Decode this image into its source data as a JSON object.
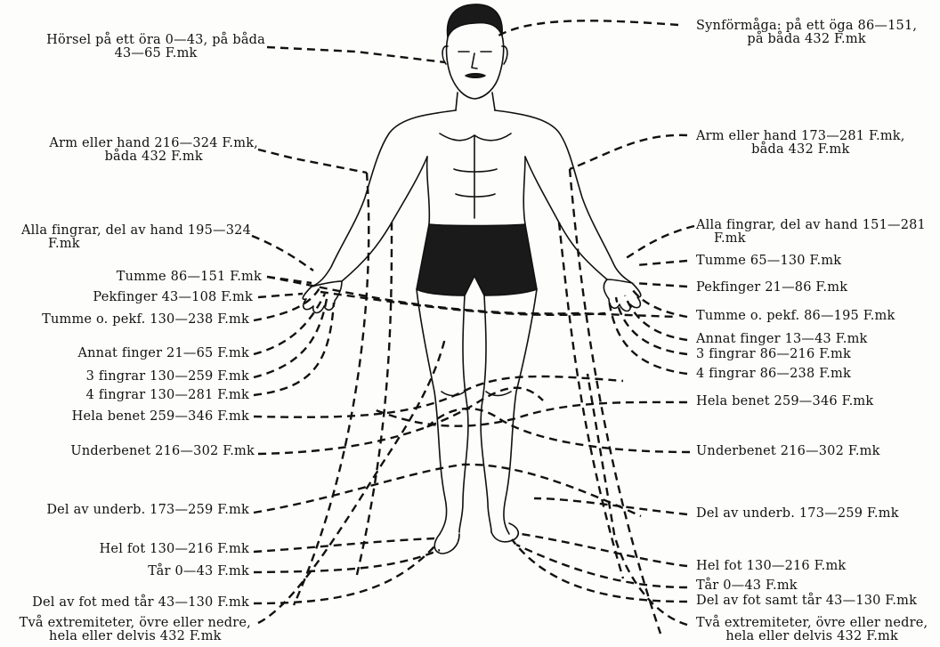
{
  "colors": {
    "ink": "#111111",
    "paper": "#fdfdfb",
    "trunks": "#1a1a1a"
  },
  "labels": {
    "left": {
      "horsel": [
        "Hörsel på ett öra 0—43, på båda",
        "43—65 F.mk"
      ],
      "arm": [
        "Arm eller hand 216—324 F.mk,",
        "båda 432 F.mk"
      ],
      "alla_fingrar": [
        "Alla fingrar, del av hand 195—324",
        "F.mk"
      ],
      "tumme": "Tumme 86—151 F.mk",
      "pekfinger": "Pekfinger 43—108 F.mk",
      "tumme_pekf": "Tumme o. pekf. 130—238 F.mk",
      "annat_finger": "Annat finger 21—65 F.mk",
      "tre_fingrar": "3 fingrar 130—259 F.mk",
      "fyra_fingrar": "4 fingrar 130—281 F.mk",
      "hela_benet": "Hela benet 259—346 F.mk",
      "underbenet": "Underbenet 216—302 F.mk",
      "del_underb": "Del av underb. 173—259 F.mk",
      "hel_fot": "Hel fot 130—216 F.mk",
      "tar": "Tår 0—43 F.mk",
      "del_fot": "Del av fot med tår 43—130 F.mk",
      "tva_extr": [
        "Två extremiteter, övre eller nedre,",
        "hela eller delvis 432 F.mk"
      ]
    },
    "right": {
      "synformaga": [
        "Synförmåga: på ett öga 86—151,",
        "på båda 432 F.mk"
      ],
      "arm": [
        "Arm eller hand 173—281 F.mk,",
        "båda 432 F.mk"
      ],
      "alla_fingrar": [
        "Alla fingrar, del av hand 151—281",
        "F.mk"
      ],
      "tumme": "Tumme 65—130 F.mk",
      "pekfinger": "Pekfinger 21—86 F.mk",
      "tumme_pekf": "Tumme o. pekf. 86—195 F.mk",
      "annat_finger": "Annat finger 13—43 F.mk",
      "tre_fingrar": "3 fingrar 86—216 F.mk",
      "fyra_fingrar": "4 fingrar 86—238 F.mk",
      "hela_benet": "Hela benet 259—346 F.mk",
      "underbenet": "Underbenet 216—302 F.mk",
      "del_underb": "Del av underb. 173—259 F.mk",
      "hel_fot": "Hel fot 130—216 F.mk",
      "tar": "Tår 0—43 F.mk",
      "del_fot": "Del av fot samt tår 43—130 F.mk",
      "tva_extr": [
        "Två extremiteter, övre eller nedre,",
        "hela eller delvis 432 F.mk"
      ]
    }
  }
}
